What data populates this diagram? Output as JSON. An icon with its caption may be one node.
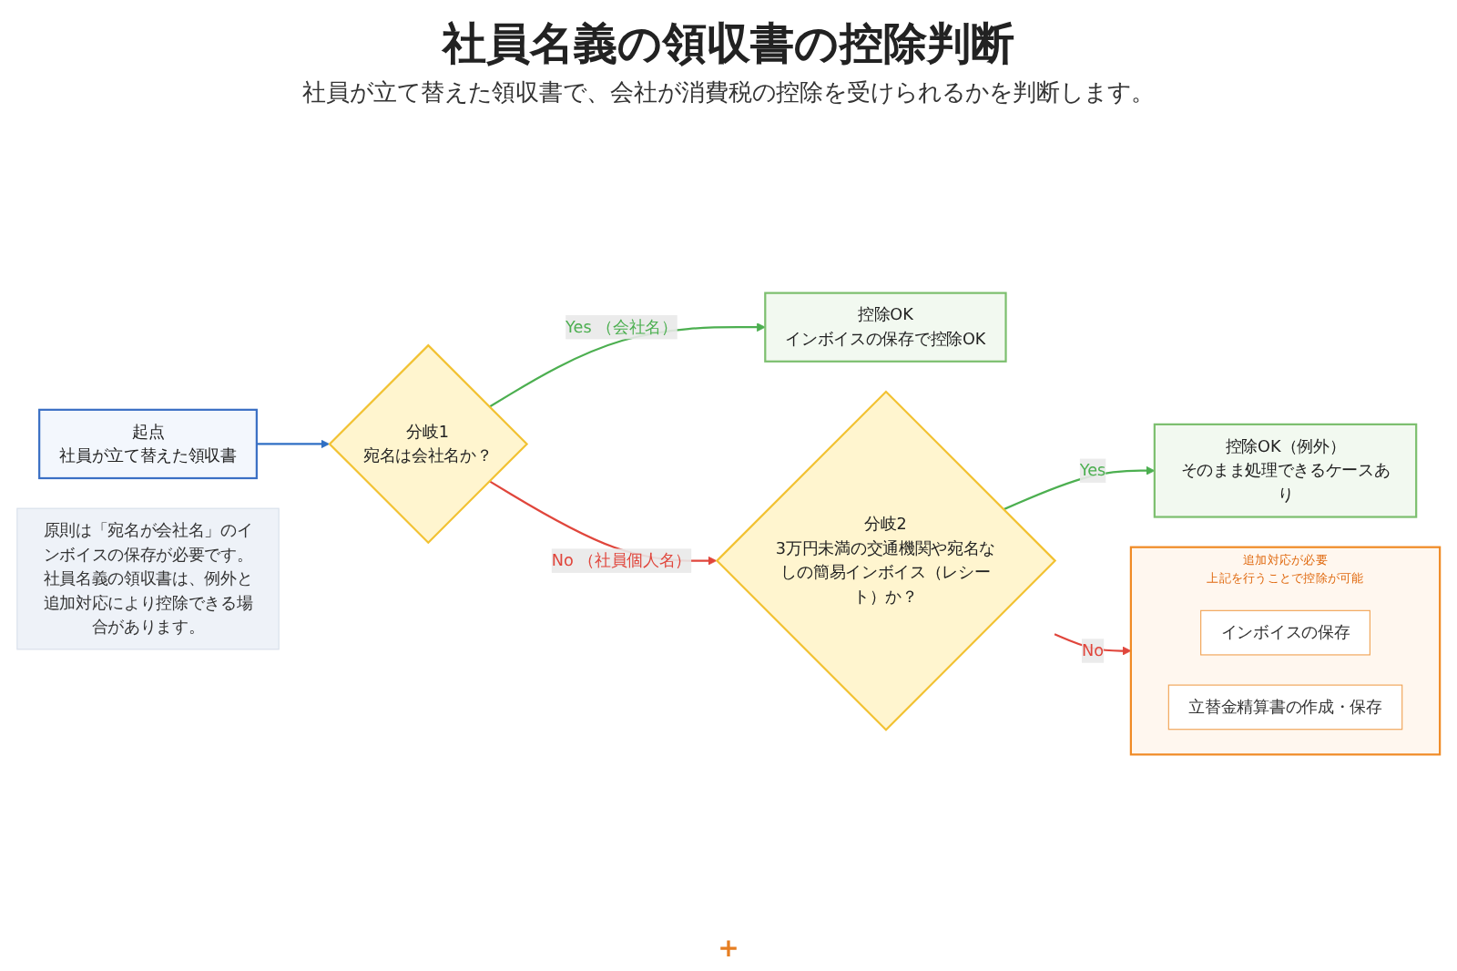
{
  "diagram": {
    "title": "社員名義の領収書の控除判断",
    "caption": "社員が立て替えた領収書で、会社が消費税の控除を受けられるかを判断します。",
    "nodes": [
      {
        "text": [
          "起点",
          "社員が立て替えた領収書"
        ]
      },
      {
        "text": [
          "分岐1",
          "宛名は会社名か？"
        ]
      },
      {
        "text": [
          "控除OK",
          "インボイスの保存で控除OK"
        ]
      },
      {
        "text": [
          "分岐2",
          "3万円未満の交通機関や宛名なしの簡易インボイス（レシート）か？"
        ]
      },
      {
        "text": [
          "控除OK（例外）",
          "そのまま処理できるケースあり"
        ]
      },
      {
        "text": [
          "追加対応が必要",
          "上記を行うことで控除が可能"
        ]
      },
      {
        "text": [
          "インボイスの保存"
        ],
        "in": 5
      },
      {
        "text": [
          "立替金精算書の作成・保存"
        ],
        "in": 5
      },
      {
        "text": [
          "原則は「宛名が会社名」のインボイスの保存が必要です。",
          "社員名義の領収書は、例外と追加対応により控除できる場合があります。"
        ]
      }
    ],
    "edges": [
      {
        "from": 0,
        "to": 1,
        "arrow": "to",
        "color": "#2f6fc4"
      },
      {
        "from": 1,
        "to": 2,
        "arrow": "to",
        "label": "Yes （会社名）",
        "color": "#4caf50"
      },
      {
        "from": 1,
        "to": 3,
        "arrow": "to",
        "label": "No （社員個人名）",
        "color": "#e0463c"
      },
      {
        "from": 3,
        "to": 4,
        "arrow": "to",
        "label": "Yes",
        "color": "#4caf50"
      },
      {
        "from": 3,
        "to": 5,
        "arrow": "to",
        "label": "No",
        "color": "#e0463c"
      }
    ],
    "labels": [
      "+"
    ]
  }
}
